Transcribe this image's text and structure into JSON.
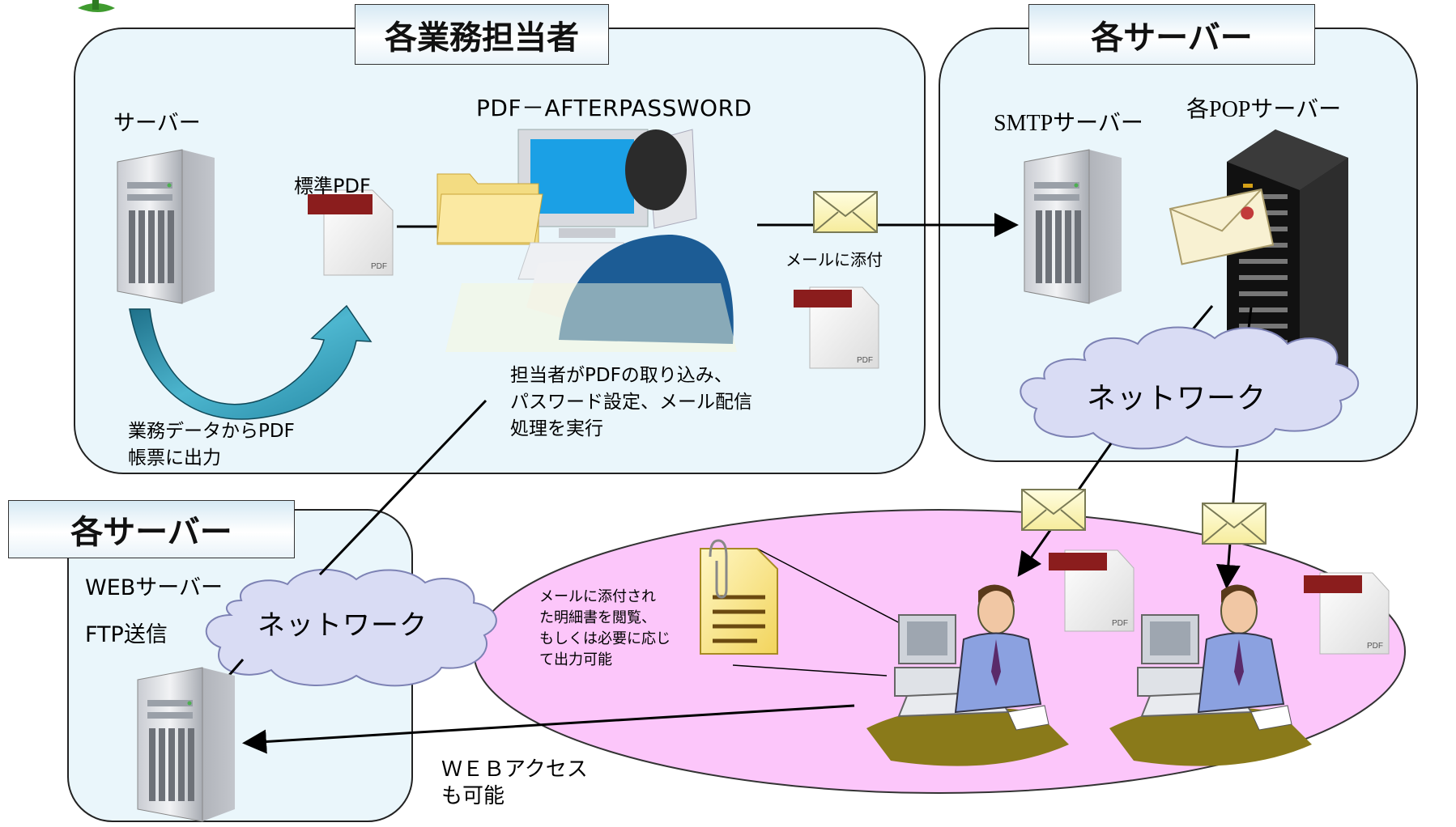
{
  "sections": {
    "staff_title": "各業務担当者",
    "servers_title_right": "各サーバー",
    "servers_title_left": "各サーバー"
  },
  "labels": {
    "server": "サーバー",
    "standard_pdf": "標準PDF",
    "app_name": "PDF－AFTERPASSWORD",
    "business_data": [
      "業務データからPDF",
      "帳票に出力"
    ],
    "staff_process": [
      "担当者がPDFの取り込み、",
      "パスワード設定、メール配信",
      "処理を実行"
    ],
    "mail_attach": "メールに添付",
    "smtp_server": "SMTPサーバー",
    "pop_server": "各POPサーバー",
    "network_right": "ネットワーク",
    "network_left": "ネットワーク",
    "web_server": "WEBサーバー",
    "ftp": "FTP送信",
    "recipient_note": [
      "メールに添付され",
      "た明細書を閲覧、",
      "もしくは必要に応じ",
      "て出力可能"
    ],
    "web_access": [
      "ＷＥＢアクセス",
      "も可能"
    ],
    "pdf_icon_text": "PDF"
  },
  "colors": {
    "panel_fill": "#eaf6fb",
    "ellipse_fill": "#fcc6fa",
    "cloud_fill": "#d9dcf4",
    "curved_arrow": "#2a8fa8",
    "pdf_band": "#8b1d1d"
  }
}
